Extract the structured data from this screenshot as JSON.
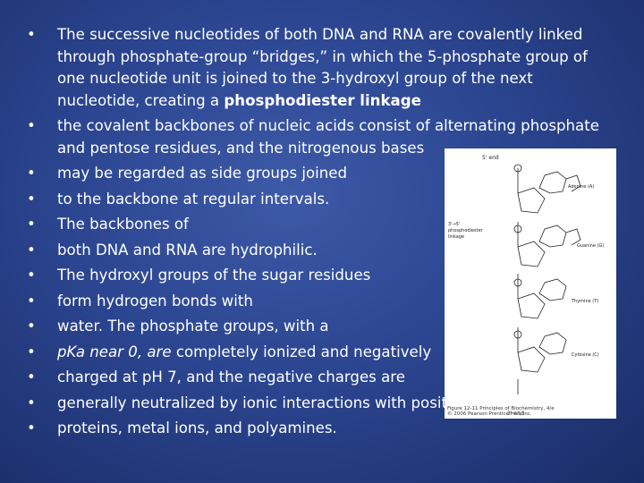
{
  "bullets": [
    {
      "pre": "The successive nucleotides of both DNA and RNA are covalently linked through phosphate-group “bridges,” in which the 5-phosphate group of one nucleotide unit is joined to the 3-hydroxyl group of the next nucleotide, creating a ",
      "bold": "phosphodiester linkage"
    },
    {
      "text": "the covalent backbones of nucleic acids consist of alternating phosphate and pentose residues, and the nitrogenous bases"
    },
    {
      "text": " may be regarded as side groups joined"
    },
    {
      "text": "to the backbone at regular intervals."
    },
    {
      "text": "The backbones of"
    },
    {
      "text": "both DNA and RNA are hydrophilic."
    },
    {
      "text": "The hydroxyl groups of the sugar residues"
    },
    {
      "text": " form hydrogen bonds with"
    },
    {
      "text": "water. The phosphate groups, with a"
    },
    {
      "ital": "pKa near 0, are",
      "post": " completely ionized and negatively"
    },
    {
      "text": " charged  at pH 7, and the negative charges are"
    },
    {
      "text": " generally neutralized by ionic interactions with positive charges on"
    },
    {
      "text": " proteins, metal ions, and polyamines."
    }
  ],
  "figure": {
    "end5": "5' end",
    "end3": "3' end",
    "link_label_1": "3'→5'",
    "link_label_2": "phosphodiester",
    "link_label_3": "linkage",
    "bases": [
      "Adenine (A)",
      "Guanine (G)",
      "Thymine (T)",
      "Cytosine (C)"
    ],
    "caption_1": "Figure 12-11 Principles of Biochemistry, 4/e",
    "caption_2": "© 2006 Pearson Prentice Hall, Inc."
  }
}
